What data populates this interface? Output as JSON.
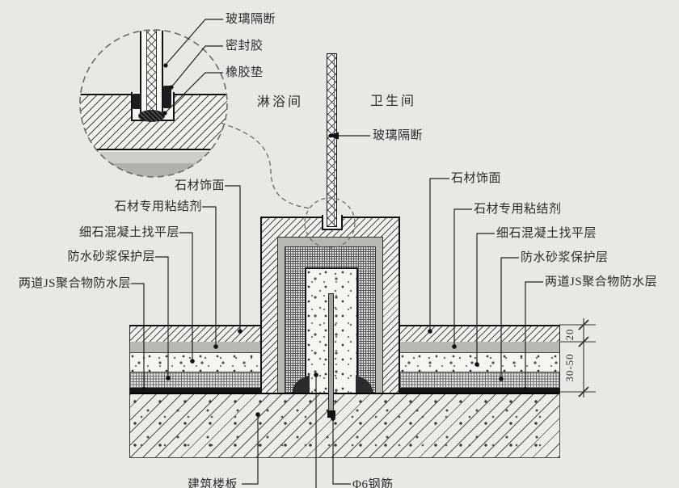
{
  "drawing": {
    "balloon": {
      "glass_label": "玻璃隔断",
      "sealant_label": "密封胶",
      "rubber_pad_label": "橡胶垫"
    },
    "rooms": {
      "shower": "淋浴间",
      "toilet": "卫生间"
    },
    "glass_partition_label": "玻璃隔断",
    "layers": {
      "stone": "石材饰面",
      "adhesive": "石材专用粘结剂",
      "leveling": "细石混凝土找平层",
      "protect": "防水砂浆保护层",
      "waterproof": "两道JS聚合物防水层"
    },
    "bottom": {
      "slab": "建筑楼板",
      "rebar": "Φ6钢筋"
    },
    "dims": {
      "d1": "20",
      "d2": "30-50"
    }
  }
}
